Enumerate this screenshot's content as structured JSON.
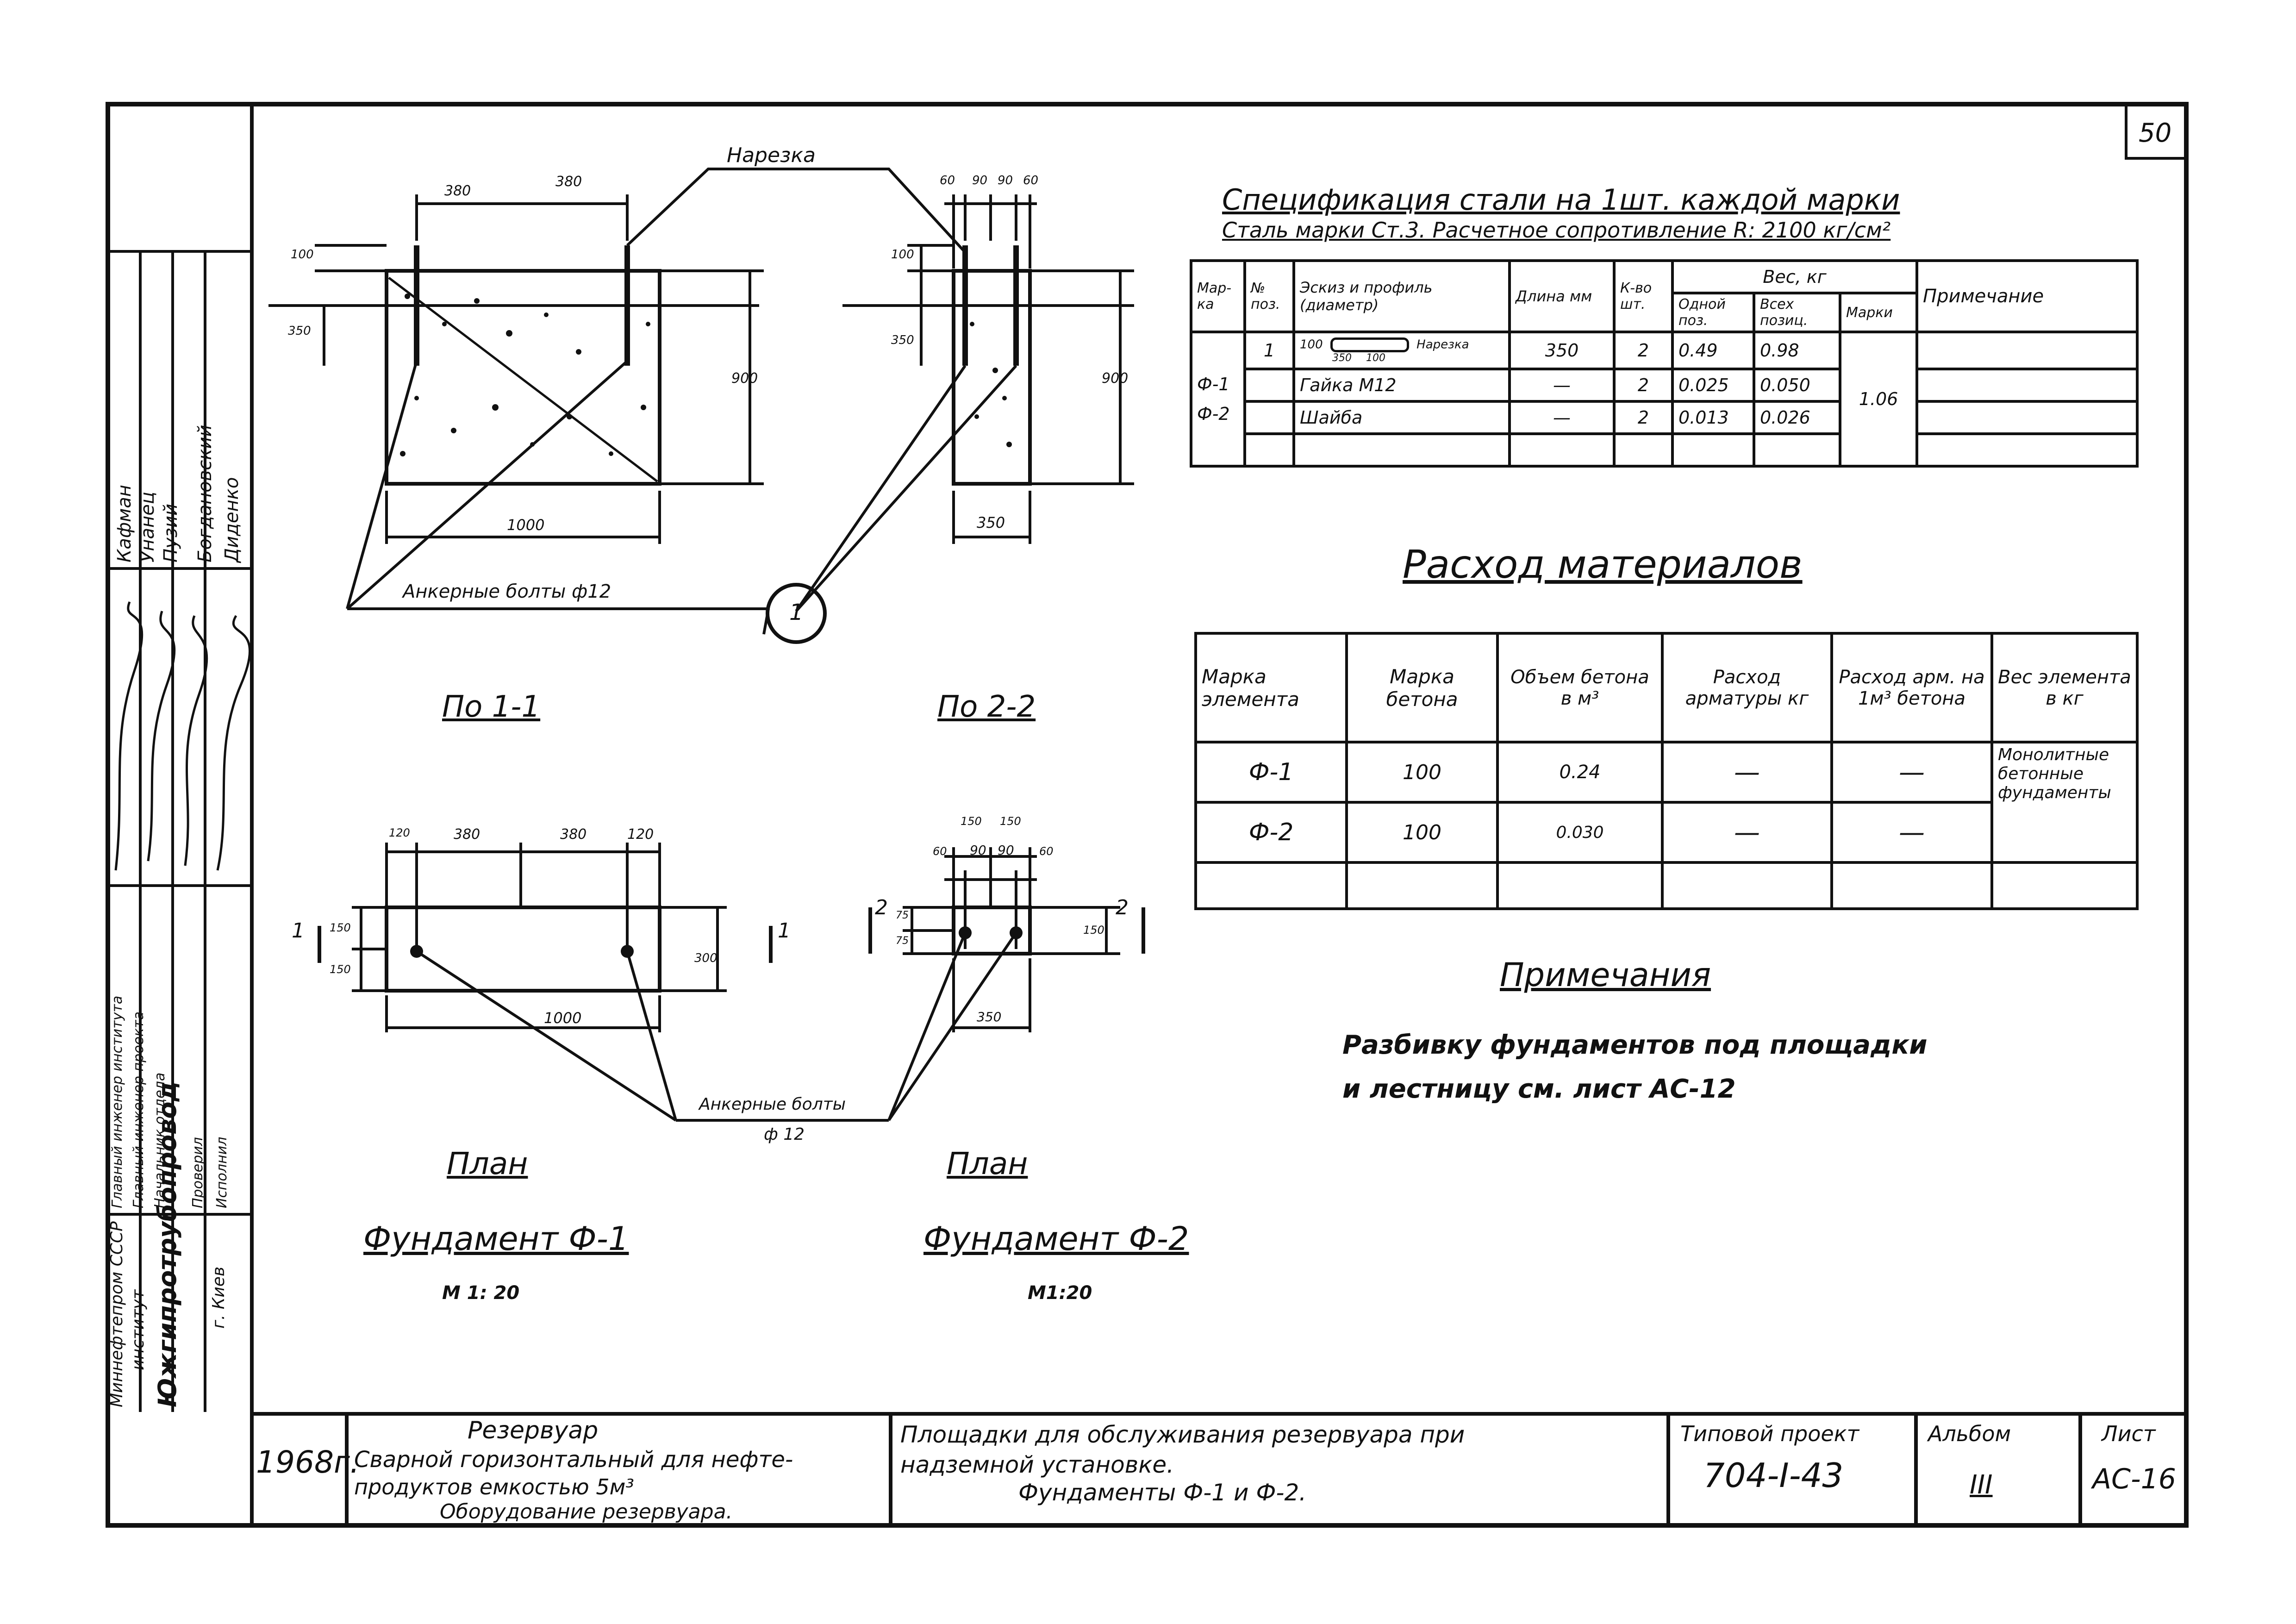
{
  "sheet_number": "50",
  "drawings": {
    "notch_label": "Нарезка",
    "anchor_bolts_label": "Анкерные болты ф12",
    "anchor_bolts_label_plan": "Анкерные болты",
    "anchor_bolts_dia_plan": "ф 12",
    "callout_number": "1",
    "section_1": "По 1-1",
    "section_2": "По 2-2",
    "plan_1": "План",
    "plan_2": "План",
    "foundation_1": "Фундамент Ф-1",
    "foundation_2": "Фундамент Ф-2",
    "scale_1": "М 1: 20",
    "scale_2": "М1:20",
    "cut_1_left": "1",
    "cut_1_right": "1",
    "cut_2_left": "2",
    "cut_2_right": "2",
    "dims_s1": {
      "a": "380",
      "b": "380",
      "h_top": "100",
      "h_embed": "350",
      "h_total": "900",
      "width": "1000"
    },
    "dims_s2": {
      "a": "60",
      "b": "90",
      "c": "90",
      "d": "60",
      "h_top": "100",
      "h_embed": "350",
      "h_total": "900",
      "width": "350"
    },
    "dims_p1": {
      "a": "120",
      "b": "380",
      "c": "380",
      "d": "120",
      "e": "150",
      "f": "150",
      "h": "300",
      "w": "1000"
    },
    "dims_p2": {
      "a": "150",
      "b": "150",
      "c": "60",
      "d": "90",
      "e": "90",
      "f": "60",
      "g": "75",
      "h": "75",
      "i": "150",
      "w": "350"
    }
  },
  "spec": {
    "title": "Спецификация стали на 1шт. каждой марки",
    "subtitle": "Сталь марки Ст.3. Расчетное сопротивление R: 2100 кг/см²",
    "headers": {
      "mark": "Мар-ка",
      "pos": "№ поз.",
      "sketch": "Эскиз и профиль (диаметр)",
      "length": "Длина мм",
      "qty": "К-во шт.",
      "weight": "Вес, кг",
      "one": "Одной поз.",
      "all": "Всех позиц.",
      "mark_w": "Марки",
      "note": "Примечание"
    },
    "marks": [
      "Ф-1",
      "Ф-2"
    ],
    "sketch_dims": {
      "a": "100",
      "b": "350",
      "c": "100",
      "notch": "Нарезка"
    },
    "rows": [
      {
        "pos": "1",
        "name": "",
        "length": "350",
        "qty": "2",
        "one": "0.49",
        "all": "0.98"
      },
      {
        "pos": "",
        "name": "Гайка М12",
        "length": "—",
        "qty": "2",
        "one": "0.025",
        "all": "0.050"
      },
      {
        "pos": "",
        "name": "Шайба",
        "length": "—",
        "qty": "2",
        "one": "0.013",
        "all": "0.026"
      }
    ],
    "mark_weight": "1.06"
  },
  "materials": {
    "title": "Расход материалов",
    "headers": [
      "Марка элемента",
      "Марка бетона",
      "Объем бетона в м³",
      "Расход арматуры кг",
      "Расход арм. на 1м³ бетона",
      "Вес элемента в кг"
    ],
    "rows": [
      [
        "Ф-1",
        "100",
        "0.24",
        "—",
        "—"
      ],
      [
        "Ф-2",
        "100",
        "0.030",
        "—",
        "—"
      ]
    ],
    "weight_note": "Монолитные бетонные фундаменты"
  },
  "notes": {
    "title": "Примечания",
    "line1": "Разбивку фундаментов под площадки",
    "line2": "и лестницу см. лист АС-12"
  },
  "side_stamp": {
    "ministry": "Миннефтепром СССР",
    "institute": "институт",
    "org": "Южгипротрубопровод",
    "city": "г. Киев",
    "roles": [
      "Главный инженер института",
      "Главный инженер проекта",
      "Начальник отдела",
      "Проверил",
      "Исполнил"
    ],
    "names": [
      "Кафман",
      "Унанец",
      "Пузий",
      "Богдановский",
      "Диденко"
    ]
  },
  "title_block": {
    "year": "1968г.",
    "object_1": "Резервуар",
    "object_2": "Сварной горизонтальный для нефте-",
    "object_3": "продуктов емкостью 5м³",
    "object_4": "Оборудование резервуара.",
    "desc_1": "Площадки для обслуживания резервуара при",
    "desc_2": "надземной установке.",
    "desc_3": "Фундаменты Ф-1 и Ф-2.",
    "project_label": "Типовой проект",
    "project_no": "704-I-43",
    "album_label": "Альбом",
    "album_no": "III",
    "sheet_label": "Лист",
    "sheet_no": "АС-16"
  }
}
